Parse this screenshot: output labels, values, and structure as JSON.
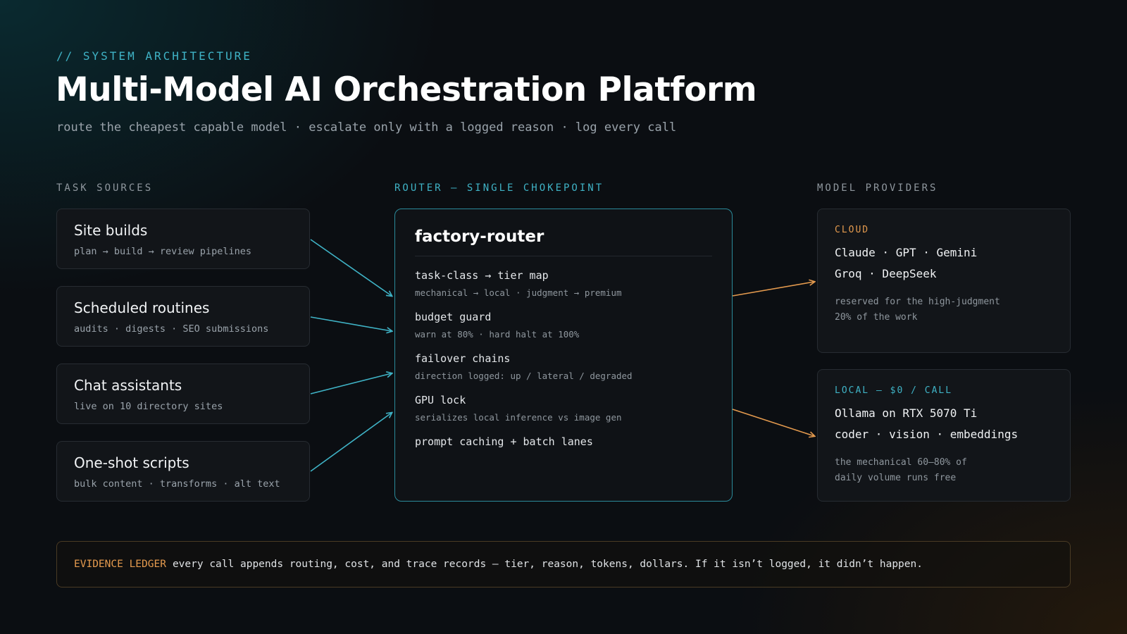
{
  "header": {
    "kicker": "// SYSTEM ARCHITECTURE",
    "title": "Multi-Model AI Orchestration Platform",
    "subtitle": "route the cheapest capable model · escalate only with a logged reason · log every call"
  },
  "columns": {
    "sources": "TASK SOURCES",
    "router": "ROUTER — SINGLE CHOKEPOINT",
    "providers": "MODEL PROVIDERS"
  },
  "sources": [
    {
      "title": "Site builds",
      "sub": "plan → build → review pipelines"
    },
    {
      "title": "Scheduled routines",
      "sub": "audits · digests · SEO submissions"
    },
    {
      "title": "Chat assistants",
      "sub": "live on 10 directory sites"
    },
    {
      "title": "One-shot scripts",
      "sub": "bulk content · transforms · alt text"
    }
  ],
  "router": {
    "title": "factory-router",
    "items": [
      {
        "name": "task-class → tier map",
        "sub": "mechanical → local · judgment → premium"
      },
      {
        "name": "budget guard",
        "sub": "warn at 80% · hard halt at 100%"
      },
      {
        "name": "failover chains",
        "sub": "direction logged: up / lateral / degraded"
      },
      {
        "name": "GPU lock",
        "sub": "serializes local inference vs image gen"
      },
      {
        "name": "prompt caching + batch lanes",
        "sub": ""
      }
    ]
  },
  "providers": {
    "cloud": {
      "tag": "CLOUD",
      "line1": "Claude · GPT · Gemini",
      "line2": "Groq · DeepSeek",
      "note1": "reserved for the high-judgment",
      "note2": "20% of the work"
    },
    "local": {
      "tag": "LOCAL — $0 / CALL",
      "line1": "Ollama on RTX 5070 Ti",
      "line2": "coder · vision · embeddings",
      "note1": "the mechanical 60–80% of",
      "note2": "daily volume runs free"
    }
  },
  "ledger": {
    "label": "EVIDENCE LEDGER",
    "text": "every call appends routing, cost, and trace records — tier, reason, tokens, dollars. If it isn’t logged, it didn’t happen."
  },
  "colors": {
    "teal": "#3fb3c6",
    "orange": "#e49a4e",
    "background": "#0b0e12"
  }
}
